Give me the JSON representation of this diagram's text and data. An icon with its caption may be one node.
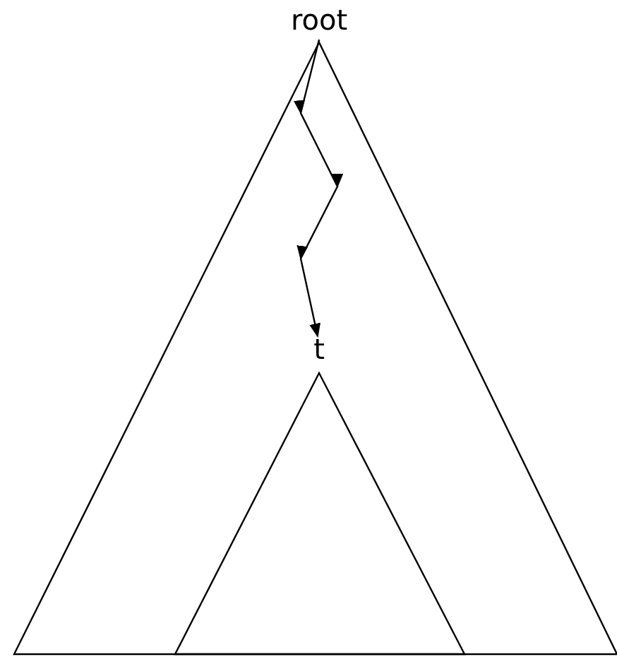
{
  "diagram": {
    "nodes": [
      {
        "text": [
          "root"
        ]
      },
      {
        "text": [
          "t"
        ]
      }
    ],
    "edges": [
      {
        "from": 0,
        "to": 1,
        "arrow": "to"
      }
    ]
  }
}
